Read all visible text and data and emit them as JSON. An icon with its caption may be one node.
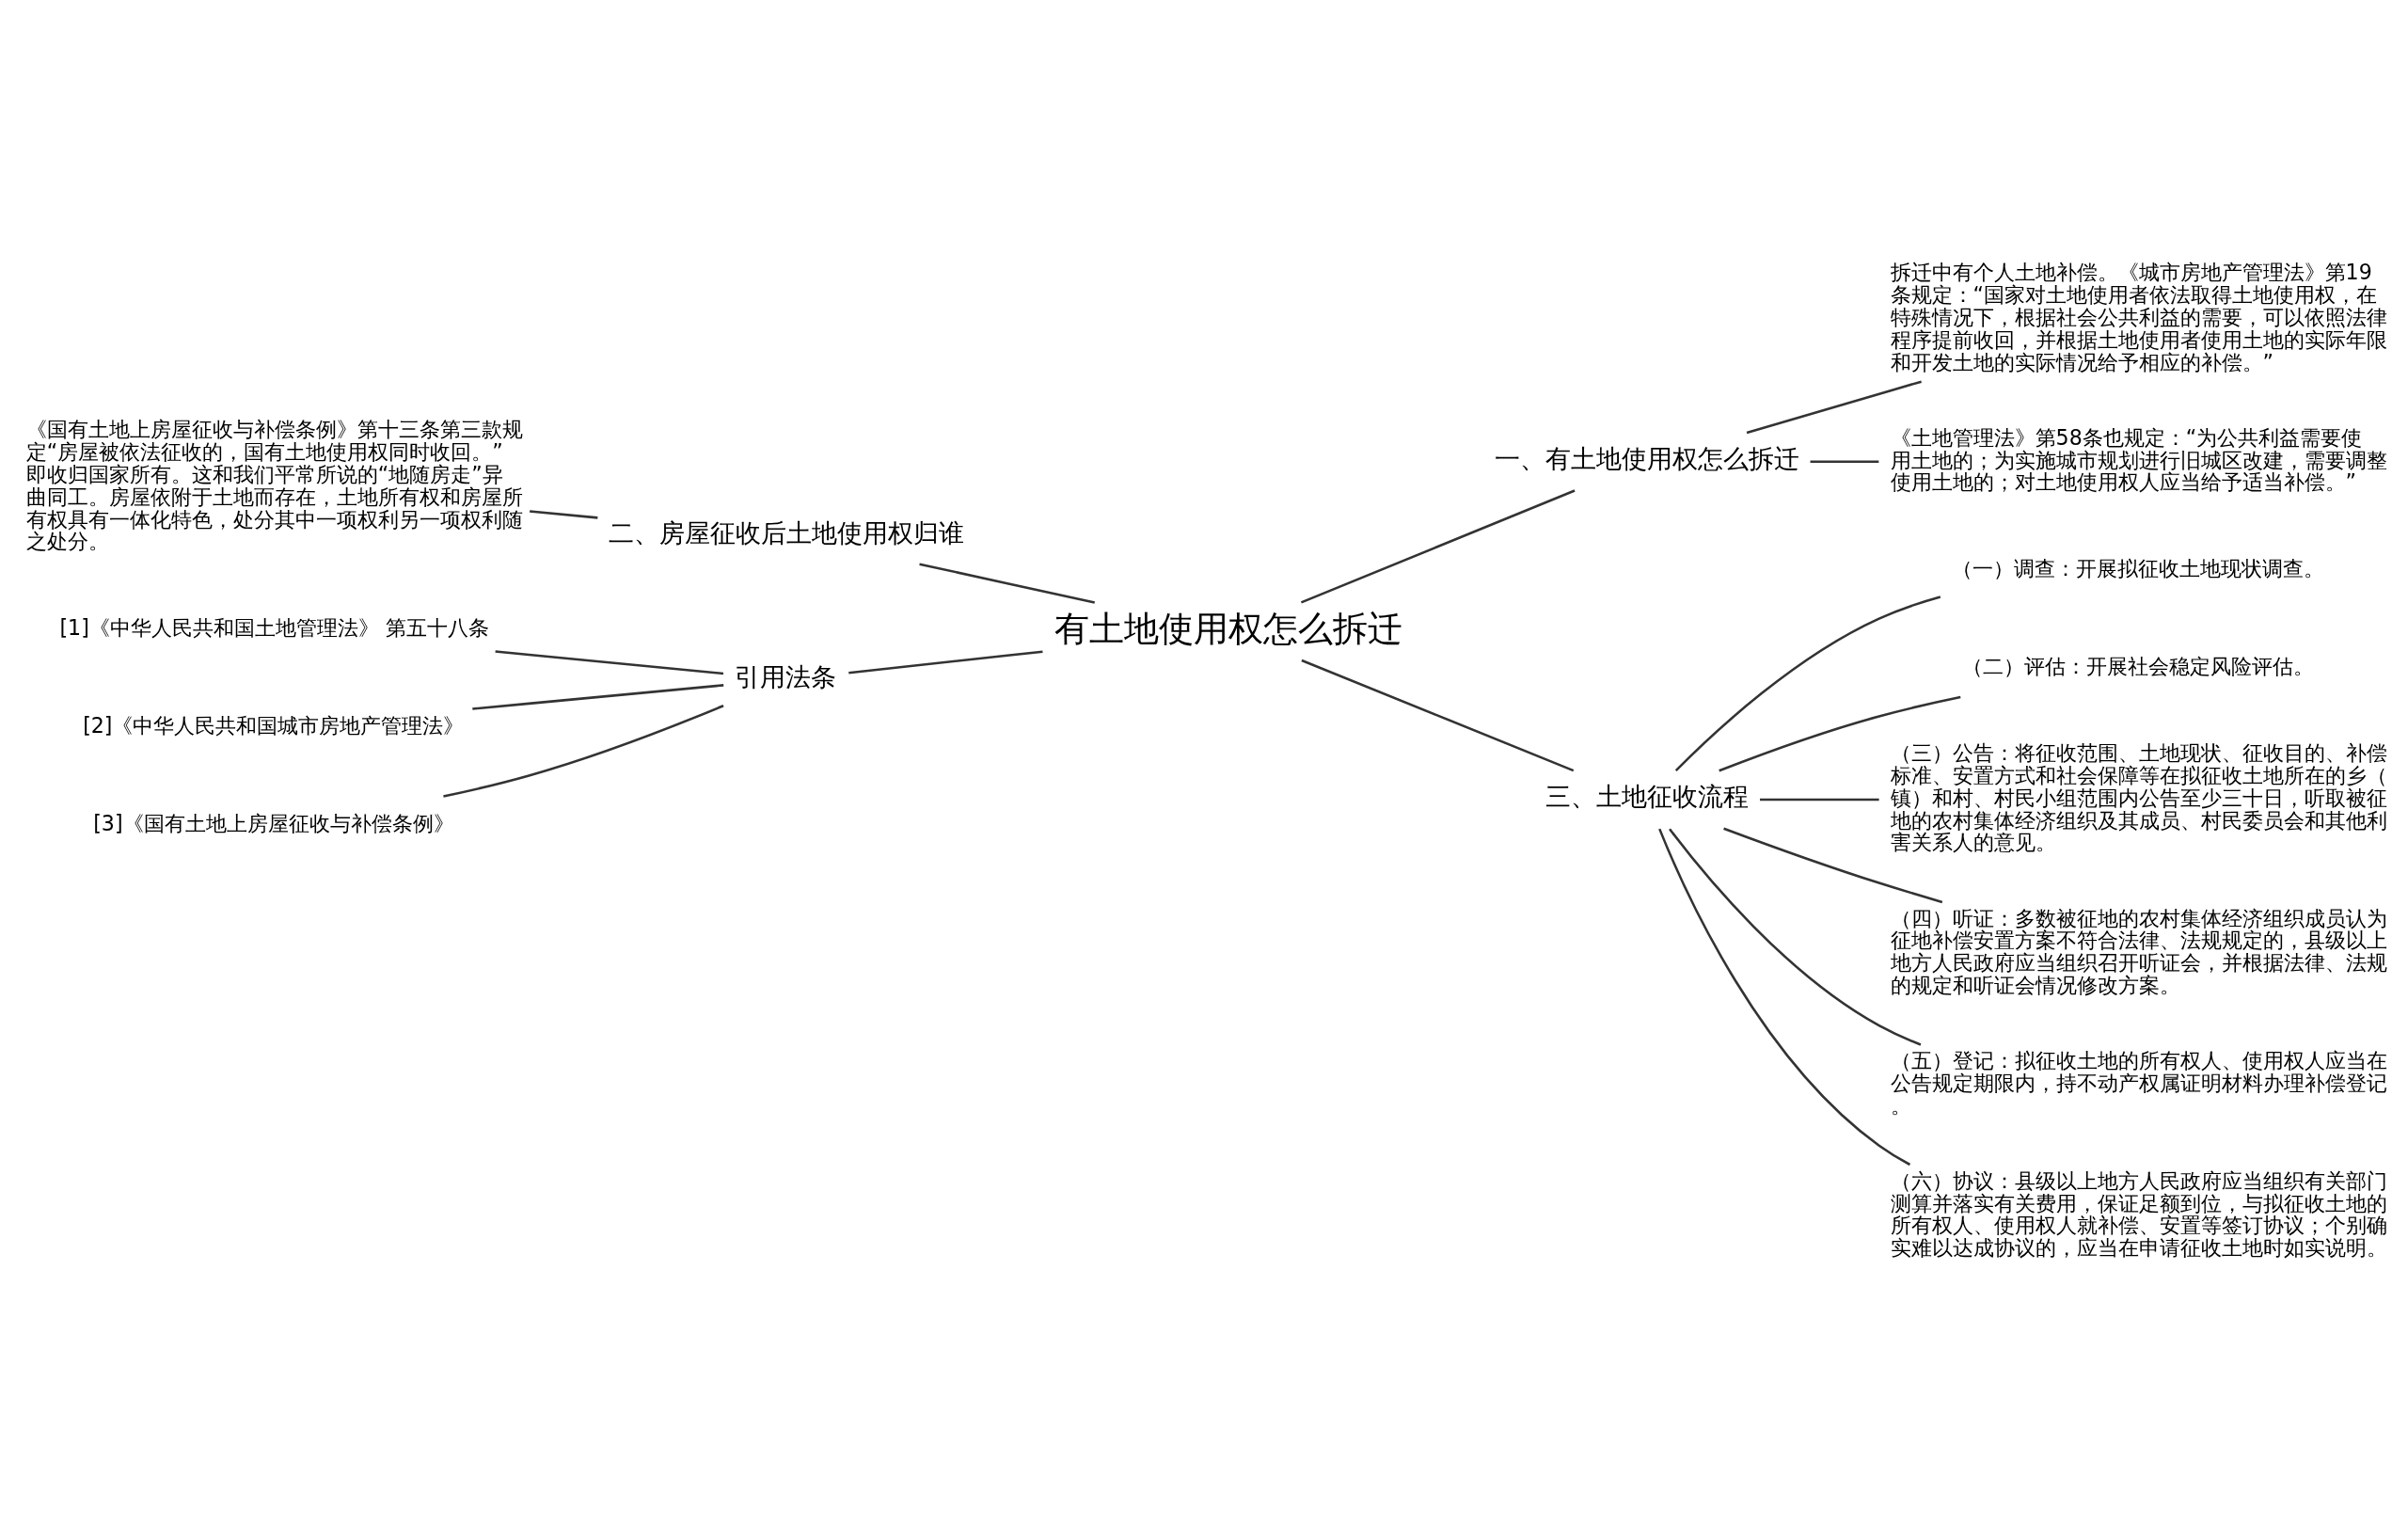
{
  "diagram": {
    "nodes": [
      {
        "text": [
          "有土地使用权怎么拆迁"
        ]
      },
      {
        "text": [
          "一、有土地使用权怎么拆迁"
        ]
      },
      {
        "text": [
          "拆迁中有个人土地补偿。《城市房地产管理法》第19条规定：“国家对土地使用者依法取得土地使用权，在特殊情况下，根据社会公共利益的需要，可以依照法律程序提前收回，并根据土地使用者使用土地的实际年限和开发土地的实际情况给予相应的补偿。”"
        ]
      },
      {
        "text": [
          "《土地管理法》第58条也规定：“为公共利益需要使用土地的；为实施城市规划进行旧城区改建，需要调整使用土地的；对土地使用权人应当给予适当补偿。”"
        ]
      },
      {
        "text": [
          "三、土地征收流程"
        ]
      },
      {
        "text": [
          "（一）调查：开展拟征收土地现状调查。"
        ]
      },
      {
        "text": [
          "（二）评估：开展社会稳定风险评估。"
        ]
      },
      {
        "text": [
          "（三）公告：将征收范围、土地现状、征收目的、补偿标准、安置方式和社会保障等在拟征收土地所在的乡（镇）和村、村民小组范围内公告至少三十日，听取被征地的农村集体经济组织及其成员、村民委员会和其他利害关系人的意见。"
        ]
      },
      {
        "text": [
          "（四）听证：多数被征地的农村集体经济组织成员认为征地补偿安置方案不符合法律、法规规定的，县级以上地方人民政府应当组织召开听证会，并根据法律、法规的规定和听证会情况修改方案。"
        ]
      },
      {
        "text": [
          "（五）登记：拟征收土地的所有权人、使用权人应当在公告规定期限内，持不动产权属证明材料办理补偿登记。"
        ]
      },
      {
        "text": [
          "（六）协议：县级以上地方人民政府应当组织有关部门测算并落实有关费用，保证足额到位，与拟征收土地的所有权人、使用权人就补偿、安置等签订协议；个别确实难以达成协议的，应当在申请征收土地时如实说明。"
        ]
      },
      {
        "text": [
          "二、房屋征收后土地使用权归谁"
        ]
      },
      {
        "text": [
          "《国有土地上房屋征收与补偿条例》第十三条第三款规定“房屋被依法征收的，国有土地使用权同时收回。”即收归国家所有。这和我们平常所说的“地随房走”异曲同工。房屋依附于土地而存在，土地所有权和房屋所有权具有一体化特色，处分其中一项权利另一项权利随之处分。"
        ]
      },
      {
        "text": [
          "引用法条"
        ]
      },
      {
        "text": [
          "[1]《中华人民共和国土地管理法》 第五十八条"
        ]
      },
      {
        "text": [
          "[2]《中华人民共和国城市房地产管理法》"
        ]
      },
      {
        "text": [
          "[3]《国有土地上房屋征收与补偿条例》"
        ]
      }
    ],
    "edges": [
      {
        "from": 0,
        "to": 1,
        "arrow": "none"
      },
      {
        "from": 1,
        "to": 2,
        "arrow": "none"
      },
      {
        "from": 1,
        "to": 3,
        "arrow": "none"
      },
      {
        "from": 0,
        "to": 4,
        "arrow": "none"
      },
      {
        "from": 4,
        "to": 5,
        "arrow": "none"
      },
      {
        "from": 4,
        "to": 6,
        "arrow": "none"
      },
      {
        "from": 4,
        "to": 7,
        "arrow": "none"
      },
      {
        "from": 4,
        "to": 8,
        "arrow": "none"
      },
      {
        "from": 4,
        "to": 9,
        "arrow": "none"
      },
      {
        "from": 4,
        "to": 10,
        "arrow": "none"
      },
      {
        "from": 0,
        "to": 11,
        "arrow": "none"
      },
      {
        "from": 11,
        "to": 12,
        "arrow": "none"
      },
      {
        "from": 0,
        "to": 13,
        "arrow": "none"
      },
      {
        "from": 13,
        "to": 14,
        "arrow": "none"
      },
      {
        "from": 13,
        "to": 15,
        "arrow": "none"
      },
      {
        "from": 13,
        "to": 16,
        "arrow": "none"
      }
    ]
  }
}
